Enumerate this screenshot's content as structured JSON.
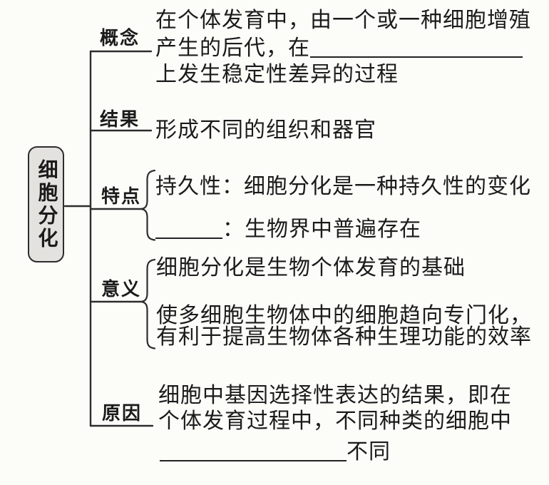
{
  "root": {
    "label": "细胞分化"
  },
  "branches": [
    {
      "label": "概念",
      "lines": {
        "l1": "在个体发育中，由一个或一种细胞增殖",
        "l2_prefix": "产生的后代，在",
        "l3": "上发生稳定性差异的过程"
      }
    },
    {
      "label": "结果",
      "lines": {
        "l1": "形成不同的组织和器官"
      }
    },
    {
      "label": "特点",
      "lines": {
        "l1": "持久性：细胞分化是一种持久性的变化",
        "l2_suffix": "：生物界中普遍存在"
      }
    },
    {
      "label": "意义",
      "lines": {
        "l1": "细胞分化是生物个体发育的基础",
        "l2": "使多细胞生物体中的细胞趋向专门化，",
        "l3": "有利于提高生物体各种生理功能的效率"
      }
    },
    {
      "label": "原因",
      "lines": {
        "l1": "细胞中基因选择性表达的结果，即在",
        "l2": "个体发育过程中，不同种类的细胞中",
        "l3_suffix": "不同"
      }
    }
  ],
  "colors": {
    "background": "#fcfcf9",
    "ink": "#1b1b1b",
    "line": "#2d2d2d",
    "node_fill": "#e3e2de"
  }
}
